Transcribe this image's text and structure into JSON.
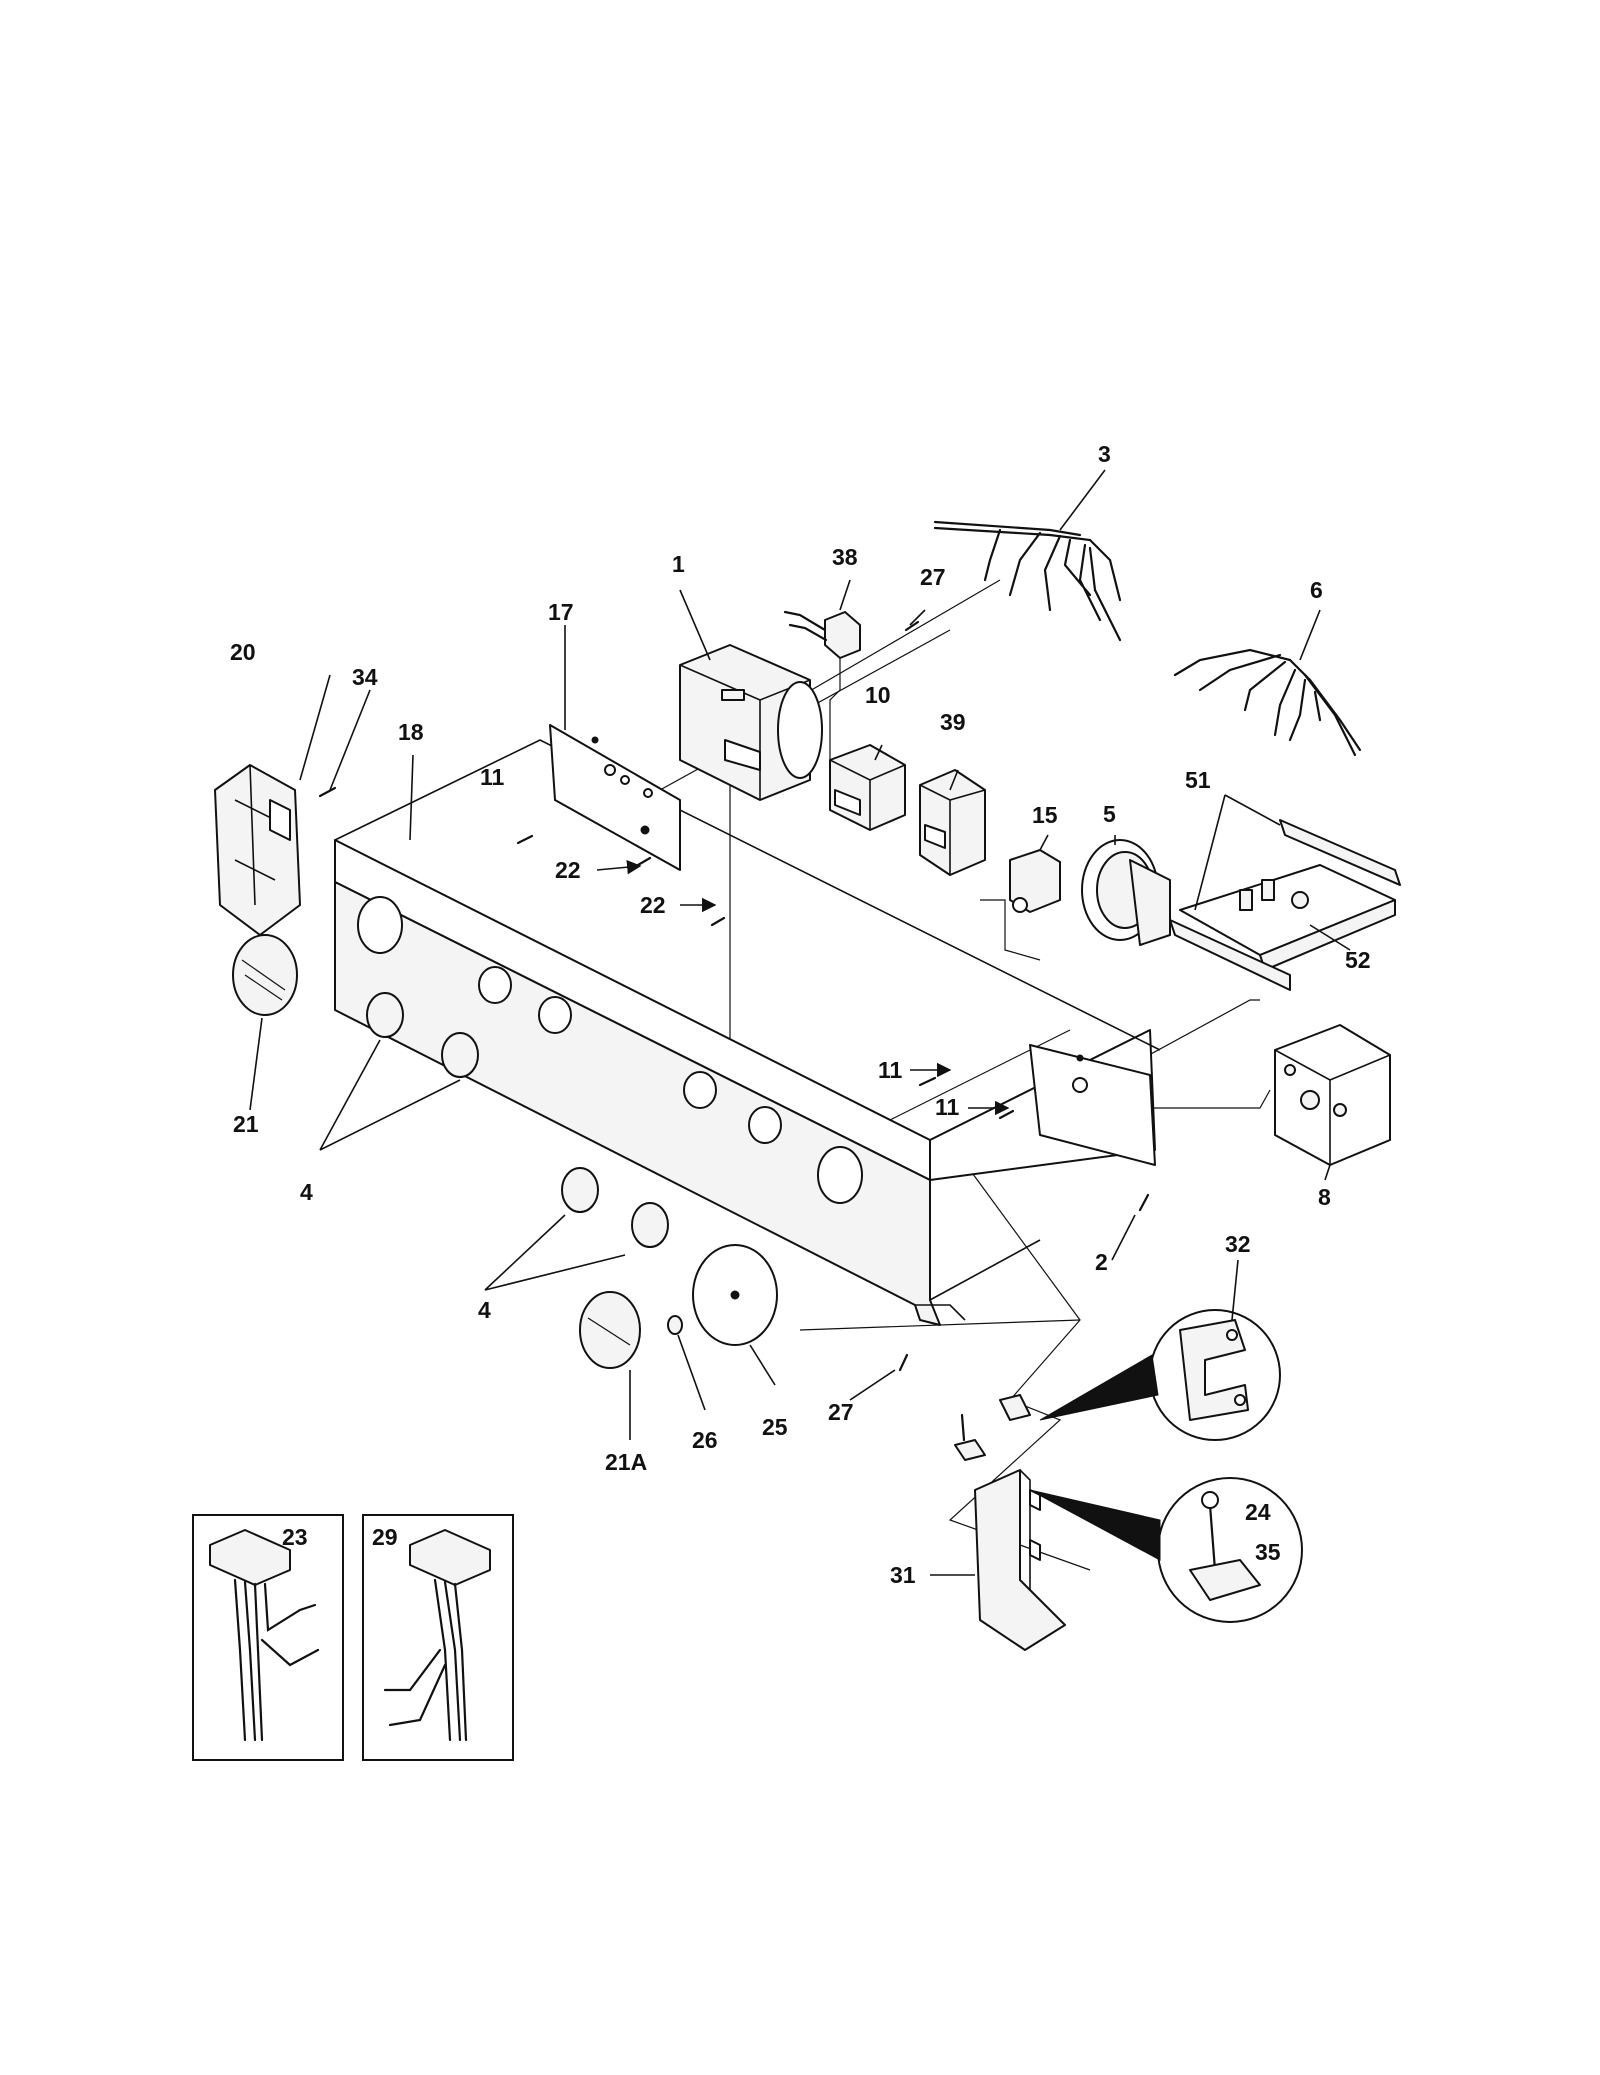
{
  "diagram": {
    "part_labels": {
      "p1": "1",
      "p2": "2",
      "p3": "3",
      "p4a": "4",
      "p4b": "4",
      "p5": "5",
      "p6": "6",
      "p8": "8",
      "p10": "10",
      "p11a": "11",
      "p11b": "11",
      "p11c": "11",
      "p15": "15",
      "p17": "17",
      "p18": "18",
      "p20": "20",
      "p21": "21",
      "p21a": "21A",
      "p22a": "22",
      "p22b": "22",
      "p23": "23",
      "p24": "24",
      "p25": "25",
      "p26": "26",
      "p27a": "27",
      "p27b": "27",
      "p29": "29",
      "p31": "31",
      "p32": "32",
      "p34": "34",
      "p35": "35",
      "p38": "38",
      "p39": "39",
      "p51": "51",
      "p52": "52"
    }
  }
}
